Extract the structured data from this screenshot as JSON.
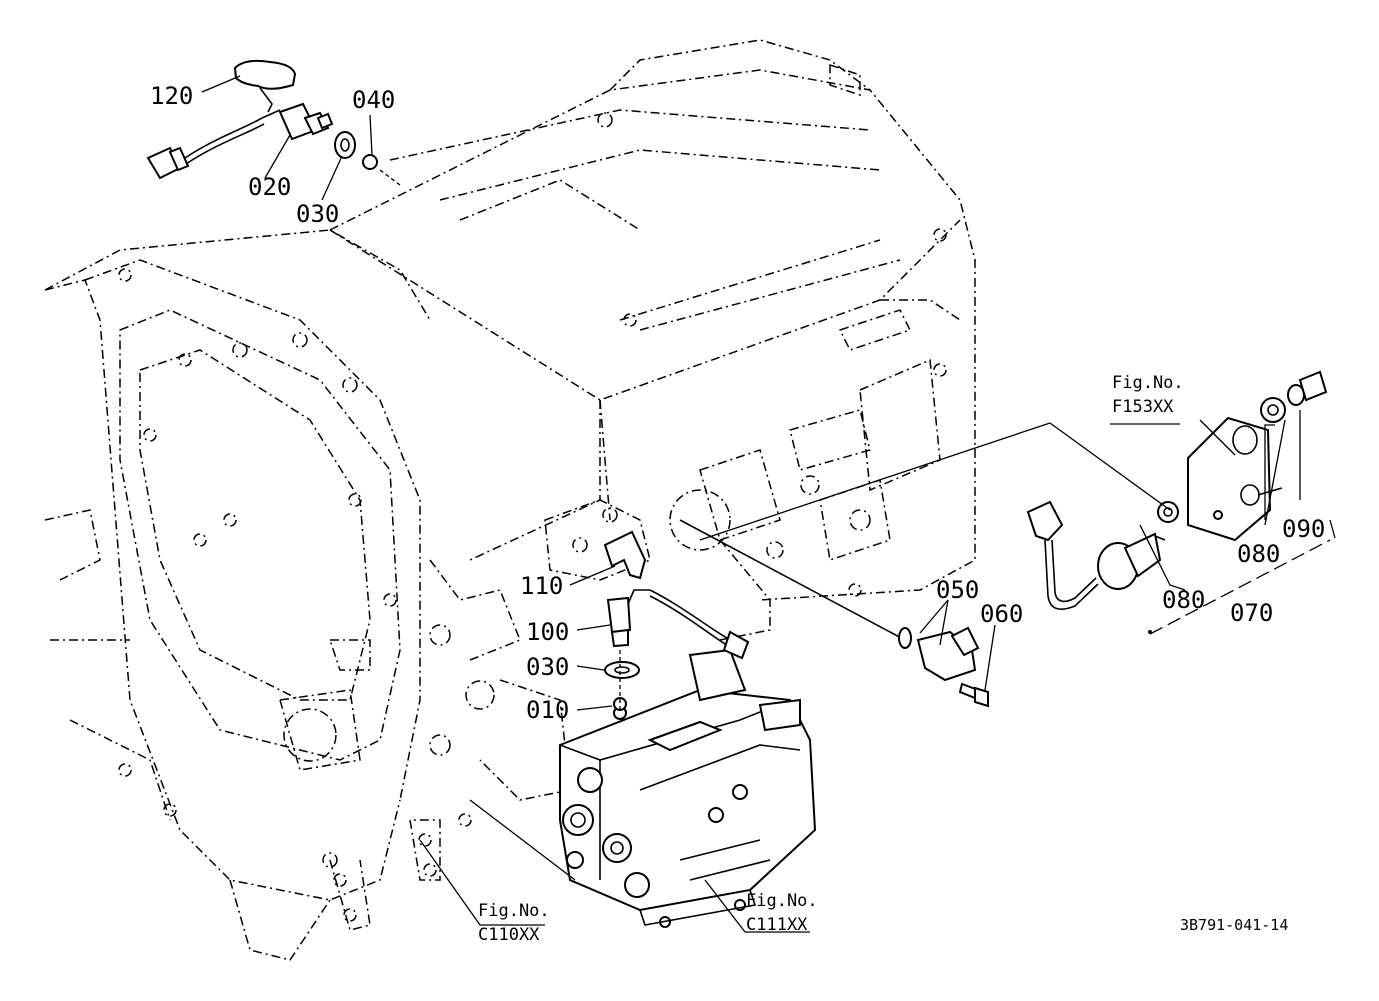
{
  "callouts": {
    "c120": "120",
    "c040": "040",
    "c020": "020",
    "c030a": "030",
    "c110": "110",
    "c100": "100",
    "c030b": "030",
    "c010": "010",
    "c050": "050",
    "c060": "060",
    "c080a": "080",
    "c080b": "080",
    "c090": "090",
    "c070": "070"
  },
  "refs": {
    "f153": {
      "line1": "Fig.No.",
      "line2": "F153XX"
    },
    "c110": {
      "line1": "Fig.No.",
      "line2": "C110XX"
    },
    "c111": {
      "line1": "Fig.No.",
      "line2": "C111XX"
    }
  },
  "drawing_code": "3B791-041-14"
}
